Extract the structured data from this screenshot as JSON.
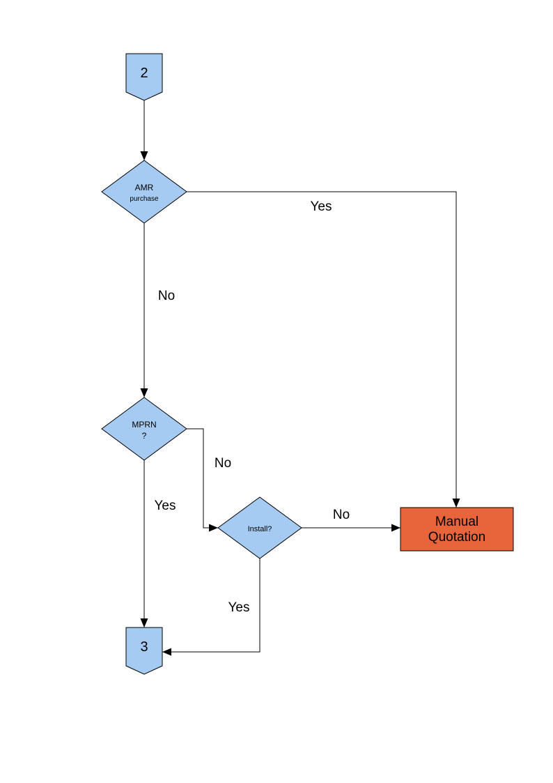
{
  "diagram": {
    "type": "flowchart",
    "background": "#ffffff",
    "colors": {
      "node_fill": "#a6cbf2",
      "node_border": "#000000",
      "manual_quotation_fill": "#e8653c",
      "line": "#000000",
      "text": "#000000"
    },
    "nodes": {
      "connector_top": {
        "type": "off-page-connector",
        "label": "2"
      },
      "amr": {
        "type": "decision",
        "line1": "AMR",
        "line2": "purchase"
      },
      "mprn": {
        "type": "decision",
        "line1": "MPRN",
        "line2": "?"
      },
      "install": {
        "type": "decision",
        "label": "Install?"
      },
      "manual_quotation": {
        "type": "process",
        "line1": "Manual",
        "line2": "Quotation"
      },
      "connector_bottom": {
        "type": "off-page-connector",
        "label": "3"
      }
    },
    "edges": {
      "amr_yes": {
        "label": "Yes",
        "from": "amr",
        "to": "manual_quotation"
      },
      "amr_no": {
        "label": "No",
        "from": "amr",
        "to": "mprn"
      },
      "mprn_no": {
        "label": "No",
        "from": "mprn",
        "to": "install"
      },
      "mprn_yes": {
        "label": "Yes",
        "from": "mprn",
        "to": "connector_bottom"
      },
      "install_no": {
        "label": "No",
        "from": "install",
        "to": "manual_quotation"
      },
      "install_yes": {
        "label": "Yes",
        "from": "install",
        "to": "connector_bottom"
      }
    }
  }
}
